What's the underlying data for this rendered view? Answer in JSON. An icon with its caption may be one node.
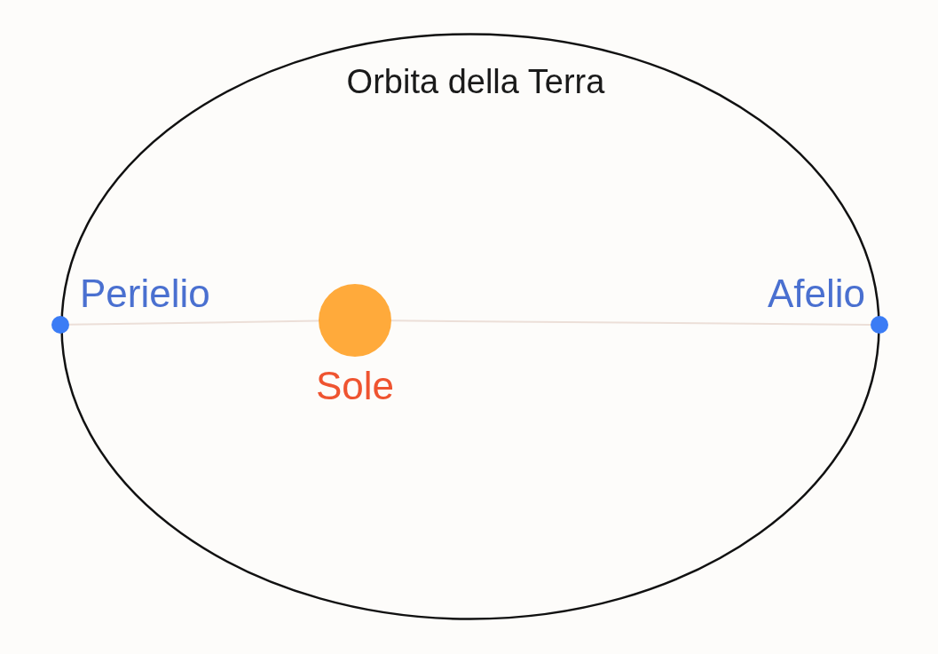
{
  "diagram": {
    "nodes": [
      {
        "text": [
          "Orbita della Terra"
        ]
      },
      {
        "text": [],
        "shape": "circle",
        "beside": [
          "Perielio"
        ]
      },
      {
        "text": [],
        "shape": "circle",
        "beside": [
          "Sole"
        ],
        "in": 0
      },
      {
        "text": [],
        "shape": "circle",
        "beside": [
          "Afelio"
        ]
      }
    ],
    "edges": [
      {
        "from": 1,
        "to": 2,
        "arrow": "none"
      },
      {
        "from": 2,
        "to": 3,
        "arrow": "none"
      }
    ]
  }
}
